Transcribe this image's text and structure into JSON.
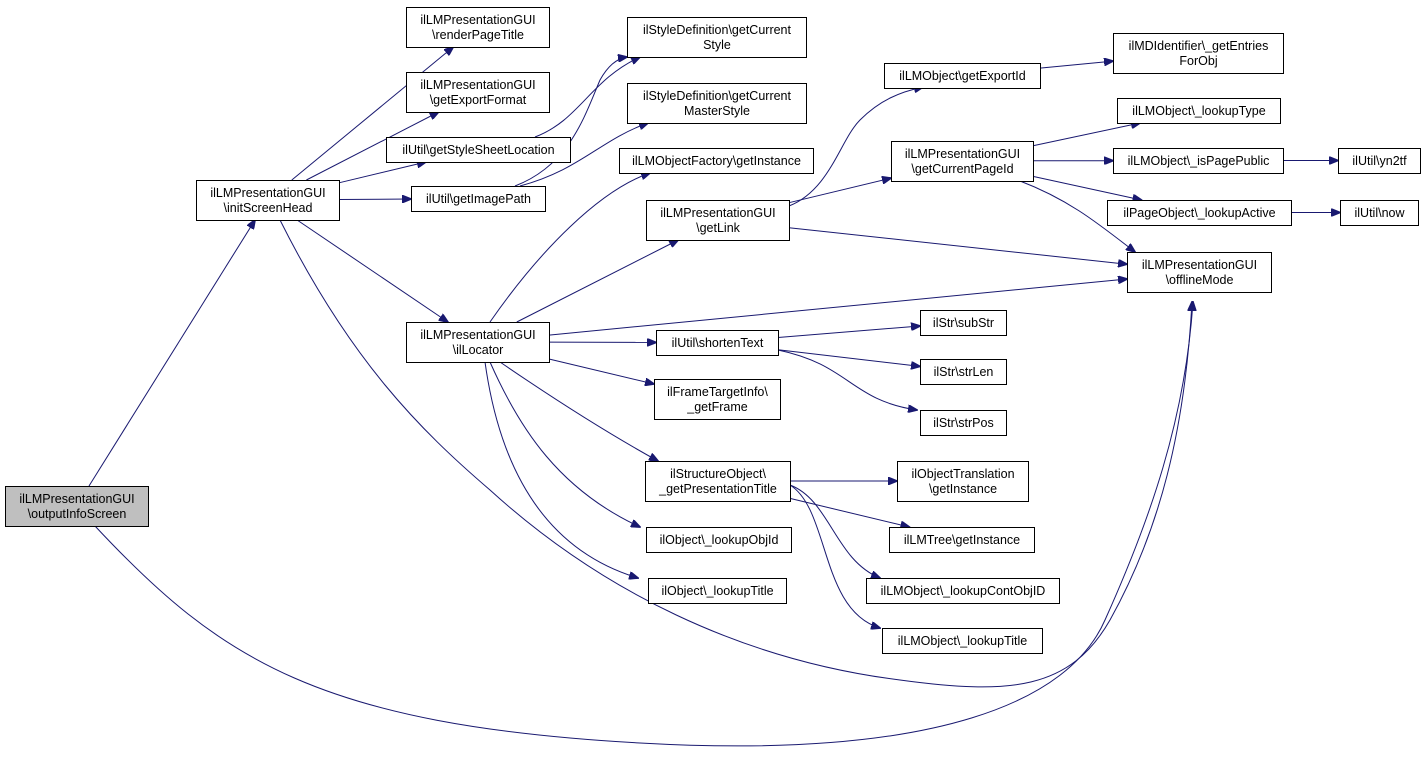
{
  "colors": {
    "edge": "#191970",
    "root_fill": "#bfbfbf",
    "node_fill": "#ffffff",
    "border": "#000000"
  },
  "nodes": [
    {
      "id": "outputInfoScreen",
      "lines": [
        "ilLMPresentationGUI",
        "\\outputInfoScreen"
      ],
      "root": true
    },
    {
      "id": "initScreenHead",
      "lines": [
        "ilLMPresentationGUI",
        "\\initScreenHead"
      ]
    },
    {
      "id": "renderPageTitle",
      "lines": [
        "ilLMPresentationGUI",
        "\\renderPageTitle"
      ]
    },
    {
      "id": "getExportFormat",
      "lines": [
        "ilLMPresentationGUI",
        "\\getExportFormat"
      ]
    },
    {
      "id": "getStyleSheetLocation",
      "lines": [
        "ilUtil\\getStyleSheetLocation"
      ]
    },
    {
      "id": "getImagePath",
      "lines": [
        "ilUtil\\getImagePath"
      ]
    },
    {
      "id": "ilLocator",
      "lines": [
        "ilLMPresentationGUI",
        "\\ilLocator"
      ]
    },
    {
      "id": "getCurrentStyle",
      "lines": [
        "ilStyleDefinition\\getCurrent",
        "Style"
      ]
    },
    {
      "id": "getCurrentMasterStyle",
      "lines": [
        "ilStyleDefinition\\getCurrent",
        "MasterStyle"
      ]
    },
    {
      "id": "factoryGetInstance",
      "lines": [
        "ilLMObjectFactory\\getInstance"
      ]
    },
    {
      "id": "getLink",
      "lines": [
        "ilLMPresentationGUI",
        "\\getLink"
      ]
    },
    {
      "id": "shortenText",
      "lines": [
        "ilUtil\\shortenText"
      ]
    },
    {
      "id": "getFrame",
      "lines": [
        "ilFrameTargetInfo\\",
        "_getFrame"
      ]
    },
    {
      "id": "getPresentationTitle",
      "lines": [
        "ilStructureObject\\",
        "_getPresentationTitle"
      ]
    },
    {
      "id": "lookupObjId",
      "lines": [
        "ilObject\\_lookupObjId"
      ]
    },
    {
      "id": "lookupTitle",
      "lines": [
        "ilObject\\_lookupTitle"
      ]
    },
    {
      "id": "getExportId",
      "lines": [
        "ilLMObject\\getExportId"
      ]
    },
    {
      "id": "getCurrentPageId",
      "lines": [
        "ilLMPresentationGUI",
        "\\getCurrentPageId"
      ]
    },
    {
      "id": "subStr",
      "lines": [
        "ilStr\\subStr"
      ]
    },
    {
      "id": "strLen",
      "lines": [
        "ilStr\\strLen"
      ]
    },
    {
      "id": "strPos",
      "lines": [
        "ilStr\\strPos"
      ]
    },
    {
      "id": "translationGetInstance",
      "lines": [
        "ilObjectTranslation",
        "\\getInstance"
      ]
    },
    {
      "id": "treeGetInstance",
      "lines": [
        "ilLMTree\\getInstance"
      ]
    },
    {
      "id": "lookupContObjID",
      "lines": [
        "ilLMObject\\_lookupContObjID"
      ]
    },
    {
      "id": "lmLookupTitle",
      "lines": [
        "ilLMObject\\_lookupTitle"
      ]
    },
    {
      "id": "getEntriesForObj",
      "lines": [
        "ilMDIdentifier\\_getEntries",
        "ForObj"
      ]
    },
    {
      "id": "lookupType",
      "lines": [
        "ilLMObject\\_lookupType"
      ]
    },
    {
      "id": "isPagePublic",
      "lines": [
        "ilLMObject\\_isPagePublic"
      ]
    },
    {
      "id": "lookupActive",
      "lines": [
        "ilPageObject\\_lookupActive"
      ]
    },
    {
      "id": "offlineMode",
      "lines": [
        "ilLMPresentationGUI",
        "\\offlineMode"
      ]
    },
    {
      "id": "yn2tf",
      "lines": [
        "ilUtil\\yn2tf"
      ]
    },
    {
      "id": "now",
      "lines": [
        "ilUtil\\now"
      ]
    }
  ],
  "edges": [
    [
      "outputInfoScreen",
      "initScreenHead"
    ],
    [
      "outputInfoScreen",
      "offlineMode"
    ],
    [
      "initScreenHead",
      "renderPageTitle"
    ],
    [
      "initScreenHead",
      "getExportFormat"
    ],
    [
      "initScreenHead",
      "getStyleSheetLocation"
    ],
    [
      "initScreenHead",
      "getImagePath"
    ],
    [
      "initScreenHead",
      "ilLocator"
    ],
    [
      "initScreenHead",
      "offlineMode"
    ],
    [
      "getStyleSheetLocation",
      "getCurrentStyle"
    ],
    [
      "getImagePath",
      "getCurrentStyle"
    ],
    [
      "getImagePath",
      "getCurrentMasterStyle"
    ],
    [
      "ilLocator",
      "factoryGetInstance"
    ],
    [
      "ilLocator",
      "getLink"
    ],
    [
      "ilLocator",
      "offlineMode"
    ],
    [
      "ilLocator",
      "shortenText"
    ],
    [
      "ilLocator",
      "getFrame"
    ],
    [
      "ilLocator",
      "getPresentationTitle"
    ],
    [
      "ilLocator",
      "lookupObjId"
    ],
    [
      "ilLocator",
      "lookupTitle"
    ],
    [
      "getLink",
      "getExportId"
    ],
    [
      "getLink",
      "getCurrentPageId"
    ],
    [
      "getLink",
      "offlineMode"
    ],
    [
      "getExportId",
      "getEntriesForObj"
    ],
    [
      "getCurrentPageId",
      "lookupType"
    ],
    [
      "getCurrentPageId",
      "isPagePublic"
    ],
    [
      "getCurrentPageId",
      "lookupActive"
    ],
    [
      "getCurrentPageId",
      "offlineMode"
    ],
    [
      "isPagePublic",
      "yn2tf"
    ],
    [
      "lookupActive",
      "now"
    ],
    [
      "shortenText",
      "subStr"
    ],
    [
      "shortenText",
      "strLen"
    ],
    [
      "shortenText",
      "strPos"
    ],
    [
      "getPresentationTitle",
      "translationGetInstance"
    ],
    [
      "getPresentationTitle",
      "treeGetInstance"
    ],
    [
      "getPresentationTitle",
      "lookupContObjID"
    ],
    [
      "getPresentationTitle",
      "lmLookupTitle"
    ]
  ]
}
